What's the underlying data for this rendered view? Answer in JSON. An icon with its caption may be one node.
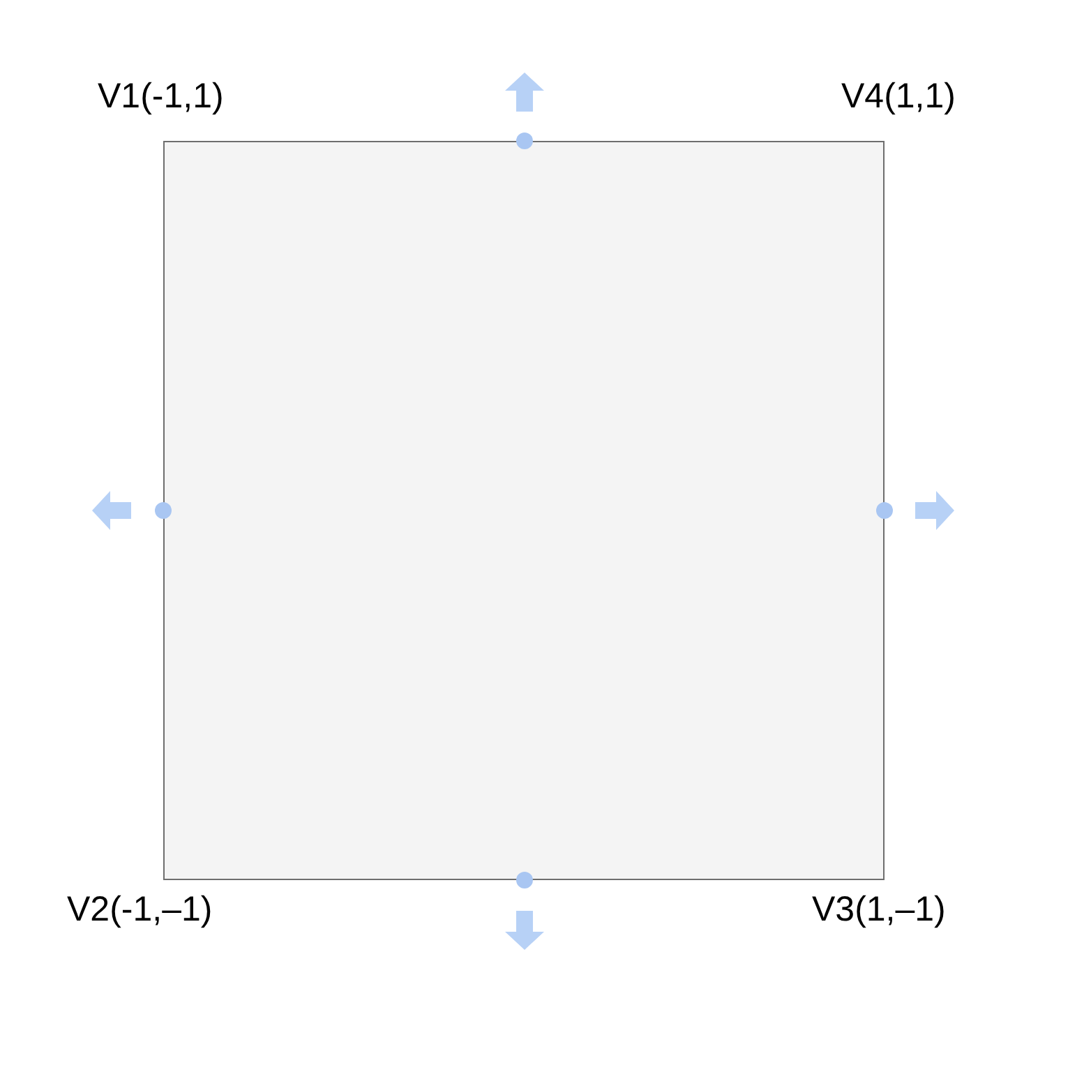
{
  "diagram": {
    "nodes": [
      {
        "text": [],
        "shape": "box"
      }
    ],
    "labels": [
      "V1(-1,1)",
      "V4(1,1)",
      "V2(-1,–1)",
      "V3(1,–1)"
    ]
  }
}
